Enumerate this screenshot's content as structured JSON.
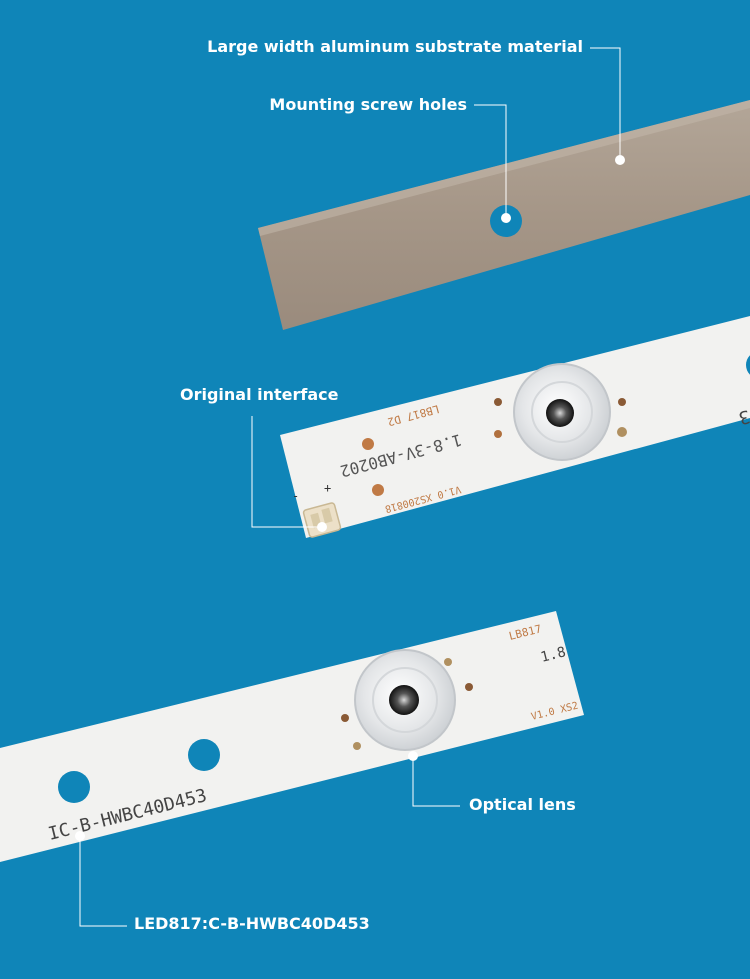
{
  "colors": {
    "background": "#0f85b8",
    "callout_line": "#ffffff",
    "aluminum": "#a89a8c",
    "pcb": "#f2f2f0",
    "silkscreen": "#c07a45",
    "lens": "#e6e8ea"
  },
  "callouts": {
    "substrate": "Large width aluminum substrate material",
    "screw_holes": "Mounting screw holes",
    "interface": "Original interface",
    "lens": "Optical lens",
    "model": "LED817:C-B-HWBC40D453"
  },
  "strip_upper": {
    "model_text": "1.8-3V-AB0202",
    "tag_top": "LB817  D2",
    "tag_bottom": "V1.0 XS200818",
    "right_edge_text": "3",
    "polarity_plus": "+",
    "polarity_minus": "-"
  },
  "strip_lower": {
    "model_text": "IC-B-HWBC40D453",
    "tag_top": "LB817",
    "voltage_text": "1.8",
    "tag_bottom": "V1.0 XS2"
  },
  "icons": {
    "lens": "led-lens-icon",
    "connector": "connector-icon",
    "hole": "screw-hole-icon",
    "pad": "solder-pad-icon"
  }
}
